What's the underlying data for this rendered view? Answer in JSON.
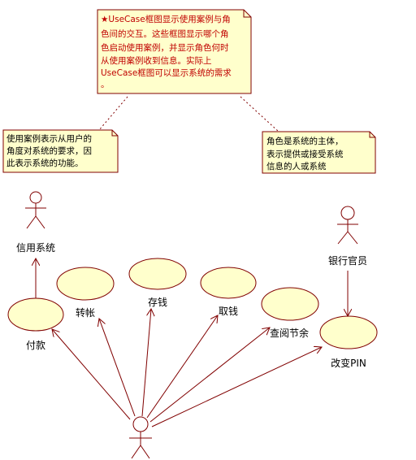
{
  "notes": {
    "top": {
      "lines": [
        "★UseCase框图显示使用案例与角",
        "色间的交互。这些框图显示哪个角",
        "色启动使用案例，并显示角色何时",
        "从使用案例收到信息。实际上",
        "UseCase框图可以显示系统的需求",
        "。"
      ],
      "color": "#c00000"
    },
    "left": {
      "lines": [
        "使用案例表示从用户的",
        "角度对系统的要求，因",
        "此表示系统的功能。"
      ]
    },
    "right": {
      "lines": [
        "角色是系统的主体，",
        "表示提供或接受系统",
        "信息的人或系统"
      ]
    }
  },
  "actors": {
    "credit_system": "信用系统",
    "bank_officer": "银行官员"
  },
  "use_cases": {
    "pay": "付款",
    "transfer": "转帐",
    "deposit": "存钱",
    "withdraw": "取钱",
    "query_balance": "查阅节余",
    "change_pin": "改变PIN"
  },
  "colors": {
    "ellipse_fill": "#ffffcc",
    "note_fill": "#ffffcc",
    "stroke": "#800000",
    "top_note_text": "#c00000"
  }
}
